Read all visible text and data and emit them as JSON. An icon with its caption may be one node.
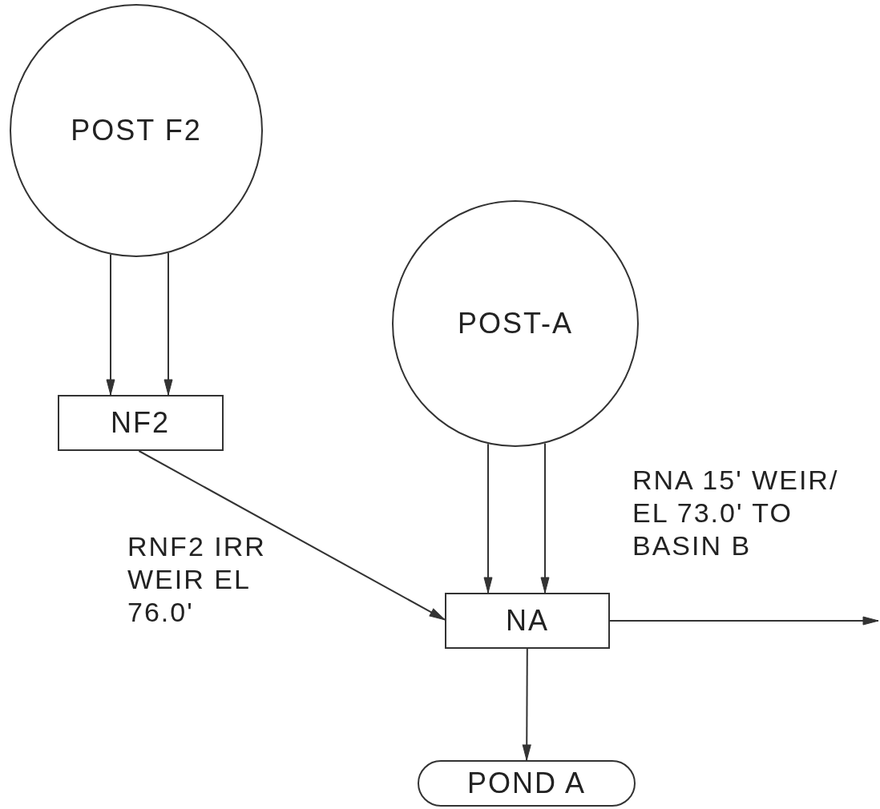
{
  "diagram": {
    "nodes": [
      {
        "text": [
          "POST F2"
        ]
      },
      {
        "text": [
          "NF2"
        ]
      },
      {
        "text": [
          "POST-A"
        ]
      },
      {
        "text": [
          "NA"
        ]
      },
      {
        "text": [
          "POND A"
        ]
      }
    ],
    "edges": [
      {
        "from": 0,
        "to": 1,
        "arrow": "to"
      },
      {
        "from": 0,
        "to": 1,
        "arrow": "to"
      },
      {
        "from": 1,
        "to": 3,
        "arrow": "to",
        "label": "RNF2 IRR WEIR EL 76.0'"
      },
      {
        "from": 2,
        "to": 3,
        "arrow": "to"
      },
      {
        "from": 2,
        "to": 3,
        "arrow": "to"
      },
      {
        "from": 3,
        "to": null,
        "arrow": "to",
        "label": "RNA 15' WEIR/ EL 73.0' TO BASIN B"
      },
      {
        "from": 3,
        "to": 4,
        "arrow": "to"
      }
    ]
  }
}
